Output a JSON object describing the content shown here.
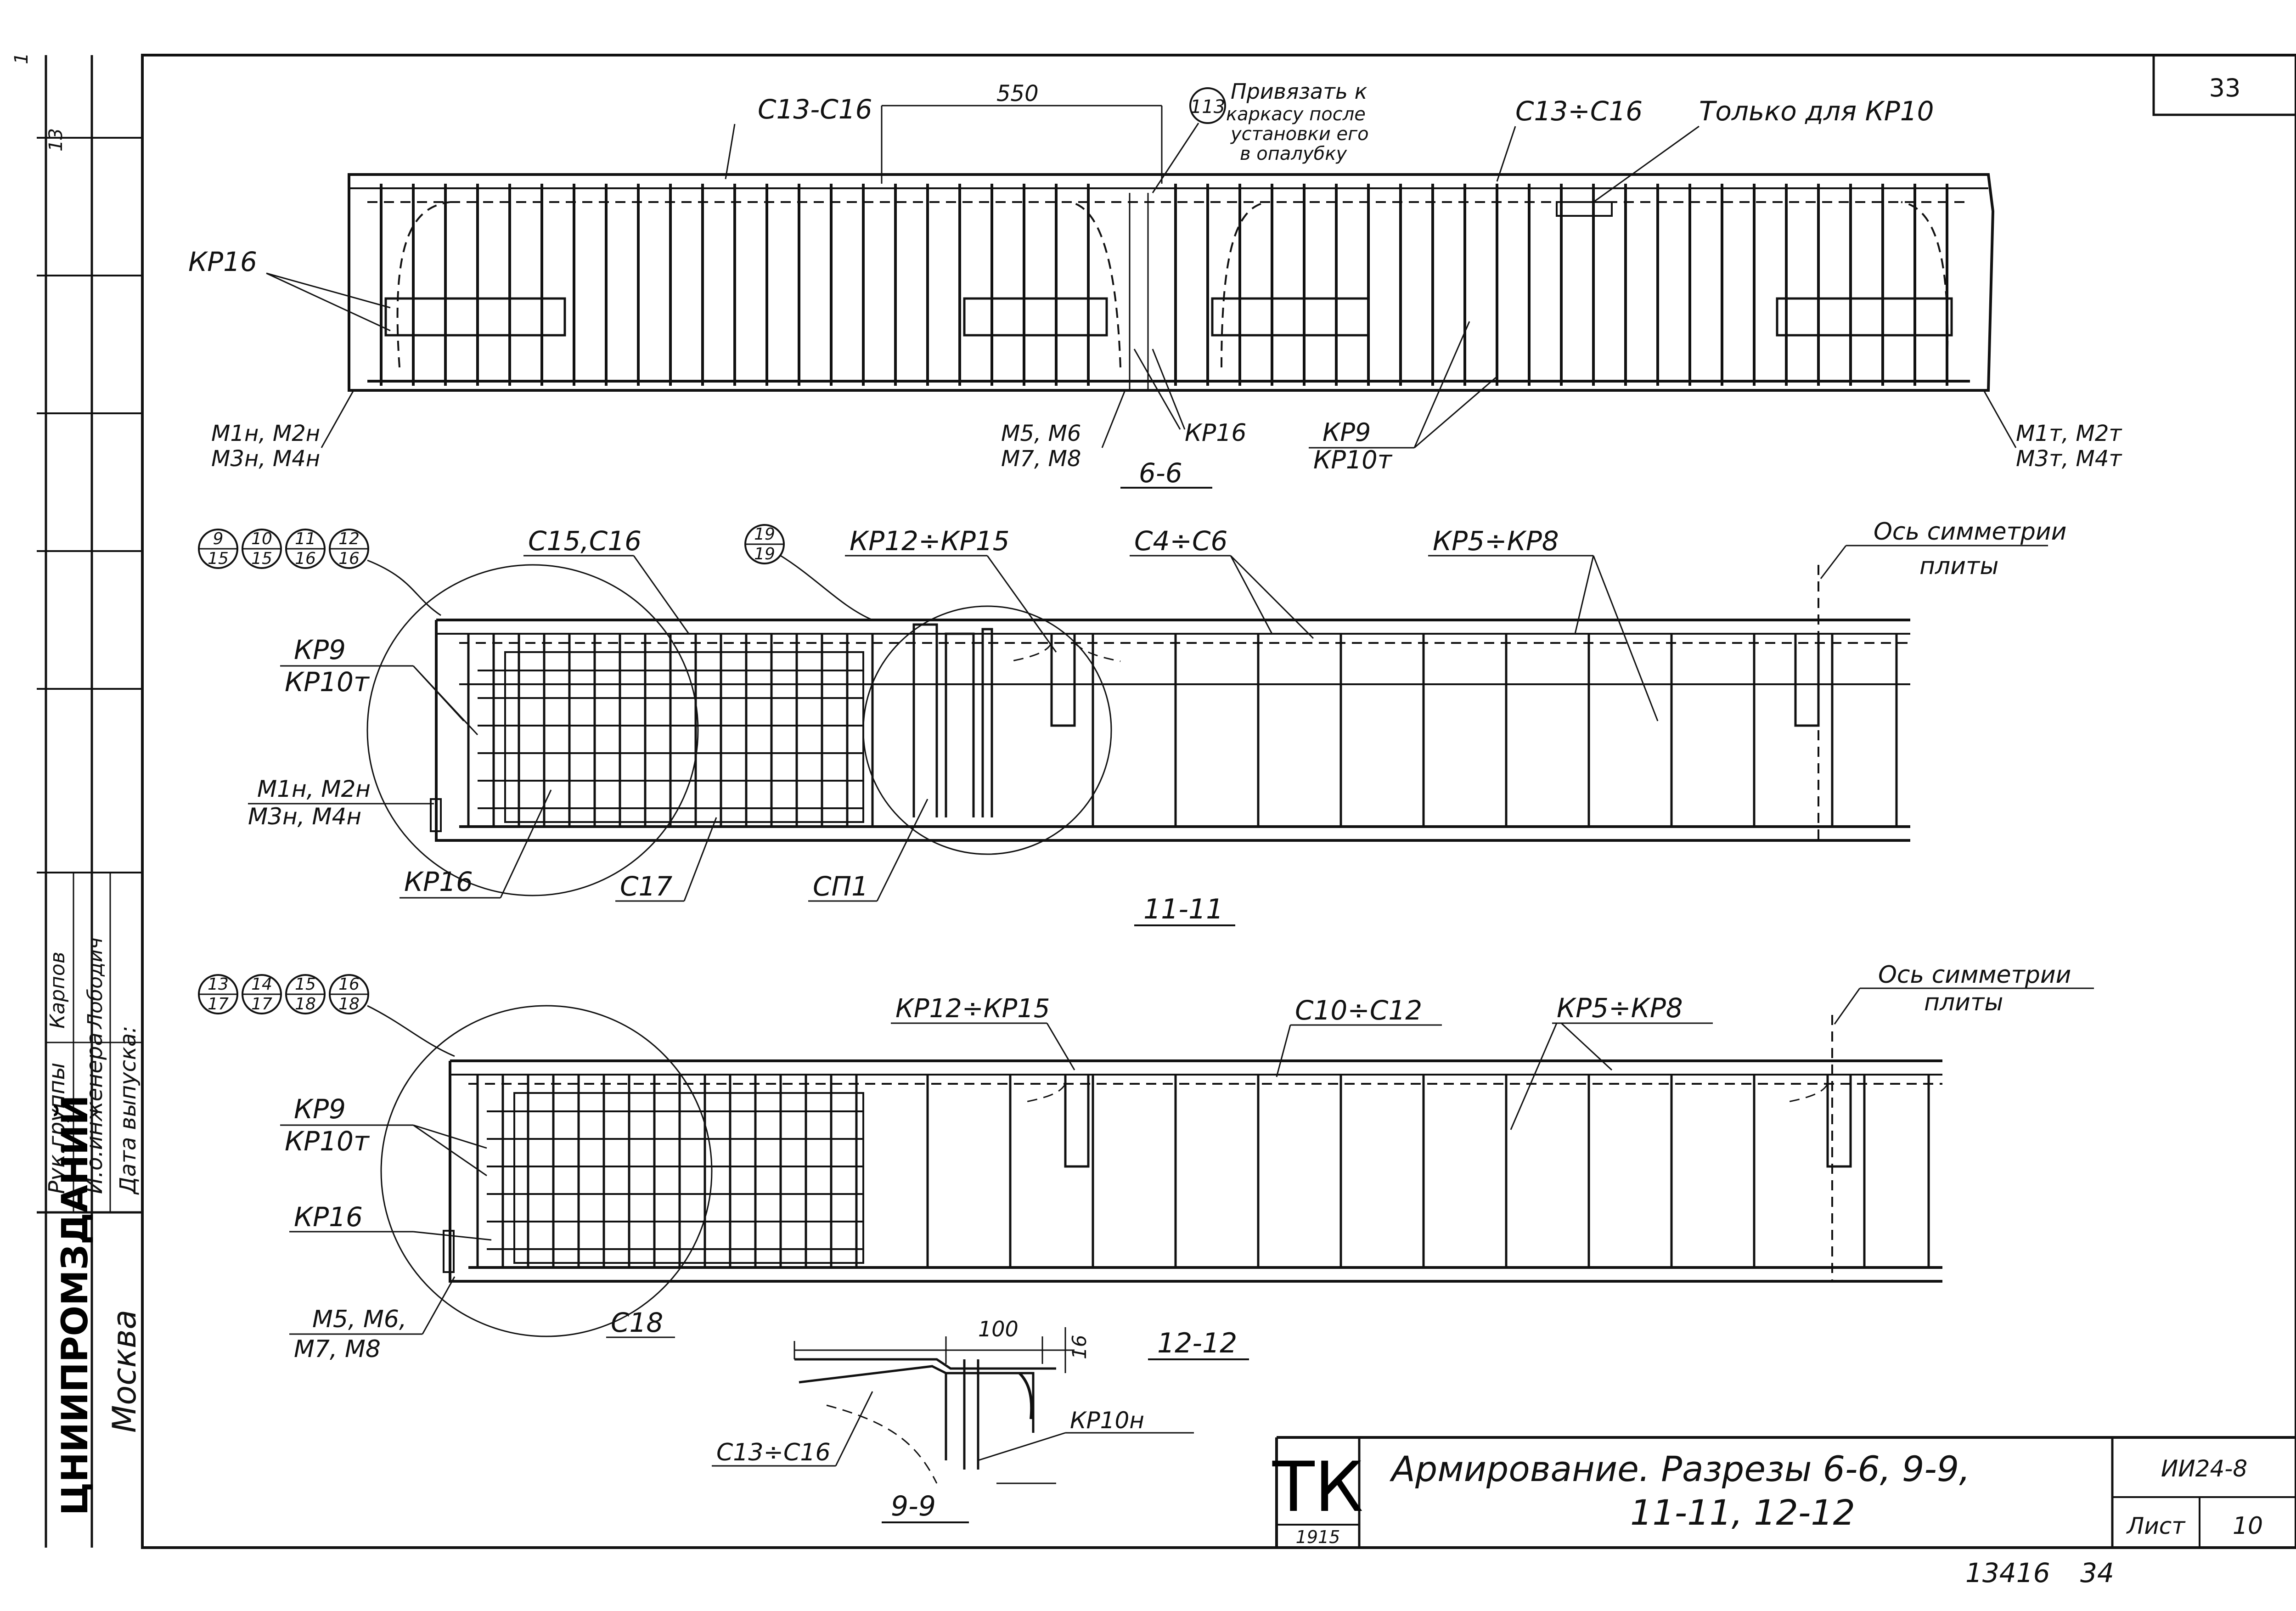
{
  "sheet": {
    "page_number": "33",
    "title_line1": "Армирование. Разрезы 6-6, 9-9,",
    "title_line2": "11-11, 12-12",
    "stamp": "ТК",
    "stamp_number": "1915",
    "series": "ИИ24-8",
    "sheet_label": "Лист",
    "sheet_no": "10",
    "footer_left": "13416",
    "footer_right": "34"
  },
  "side_block": {
    "org": "ЦНИИПРОМЗДАНИЙ",
    "city": "Москва",
    "rows": [
      "Рук.группы",
      "И.о.инженера",
      "Дата выпуска:"
    ],
    "names": [
      "Карпов",
      "Лободич"
    ],
    "margin_marks": [
      "1",
      "13"
    ]
  },
  "section_6": {
    "title": "6-6",
    "dim": "550",
    "labels": {
      "c13_c16_a": "С13-С16",
      "c13_c16_b": "С13÷С16",
      "note_num": "113",
      "note_l1": "Привязать к",
      "note_l2": "каркасу после",
      "note_l3": "установки его",
      "note_l4": "в опалубку",
      "only_kr10": "Только для КР10",
      "kr16_left": "КР16",
      "m_left_1": "М1н, М2н",
      "m_left_2": "М3н, М4н",
      "m_mid_1": "М5, М6",
      "m_mid_2": "М7, М8",
      "kr16_mid": "КР16",
      "kr9": "КР9",
      "kr10t": "КР10т",
      "m_right_1": "М1т, М2т",
      "m_right_2": "М3т, М4т"
    }
  },
  "section_11": {
    "title": "11-11",
    "nodes": [
      {
        "top": "9",
        "bottom": "15"
      },
      {
        "top": "10",
        "bottom": "15"
      },
      {
        "top": "11",
        "bottom": "16"
      },
      {
        "top": "12",
        "bottom": "16"
      },
      {
        "top": "19",
        "bottom": "19"
      }
    ],
    "labels": {
      "c15_c16": "С15,С16",
      "kr12_kr15": "КР12÷КР15",
      "c4_c6": "С4÷С6",
      "kr5_kr8": "КР5÷КР8",
      "axis_l1": "Ось симметрии",
      "axis_l2": "плиты",
      "kr9": "КР9",
      "kr10t": "КР10т",
      "m_1": "М1н, М2н",
      "m_2": "М3н, М4н",
      "kr16": "КР16",
      "c17": "С17",
      "sp1": "СП1"
    }
  },
  "section_12": {
    "title": "12-12",
    "nodes": [
      {
        "top": "13",
        "bottom": "17"
      },
      {
        "top": "14",
        "bottom": "17"
      },
      {
        "top": "15",
        "bottom": "18"
      },
      {
        "top": "16",
        "bottom": "18"
      }
    ],
    "labels": {
      "kr12_kr15": "КР12÷КР15",
      "c10_c12": "С10÷С12",
      "kr5_kr8": "КР5÷КР8",
      "axis_l1": "Ось симметрии",
      "axis_l2": "плиты",
      "kr9": "КР9",
      "kr10t": "КР10т",
      "kr16": "КР16",
      "m_1": "М5, М6,",
      "m_2": "М7, М8",
      "c18": "С18"
    }
  },
  "section_9": {
    "title": "9-9",
    "dim_w": "100",
    "dim_h": "16",
    "c13_c16": "С13÷С16",
    "kr10n": "КР10н"
  }
}
